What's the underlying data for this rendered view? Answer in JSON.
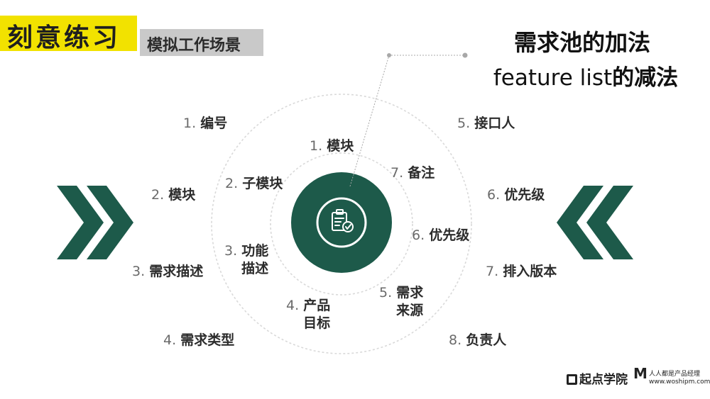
{
  "header": {
    "title": "刻意练习",
    "tag": "模拟工作场景"
  },
  "right_title": {
    "line1": "需求池的加法",
    "line2_latin": "feature list",
    "line2_cjk": "的减法"
  },
  "outer_left": [
    {
      "num": "1.",
      "text": "编号"
    },
    {
      "num": "2.",
      "text": "模块"
    },
    {
      "num": "3.",
      "text": "需求描述"
    },
    {
      "num": "4.",
      "text": "需求类型"
    }
  ],
  "outer_right": [
    {
      "num": "5.",
      "text": "接口人"
    },
    {
      "num": "6.",
      "text": "优先级"
    },
    {
      "num": "7.",
      "text": "排入版本"
    },
    {
      "num": "8.",
      "text": "负责人"
    }
  ],
  "inner": [
    {
      "num": "1.",
      "text": "模块"
    },
    {
      "num": "2.",
      "text": "子模块"
    },
    {
      "num": "3.",
      "text": "功能",
      "text2": "描述"
    },
    {
      "num": "4.",
      "text": "产品",
      "text2": "目标"
    },
    {
      "num": "5.",
      "text": "需求",
      "text2": "来源"
    },
    {
      "num": "6.",
      "text": "优先级"
    },
    {
      "num": "7.",
      "text": "备注"
    }
  ],
  "center_icon": "clipboard-check-icon",
  "colors": {
    "accent_green": "#1d5a4a",
    "highlight_yellow": "#f2e200",
    "tag_gray": "#c9c9c9"
  },
  "logos": {
    "qidian": "起点学院",
    "woshipm_cn": "人人都是产品经理",
    "woshipm_url": "www.woshipm.com"
  }
}
